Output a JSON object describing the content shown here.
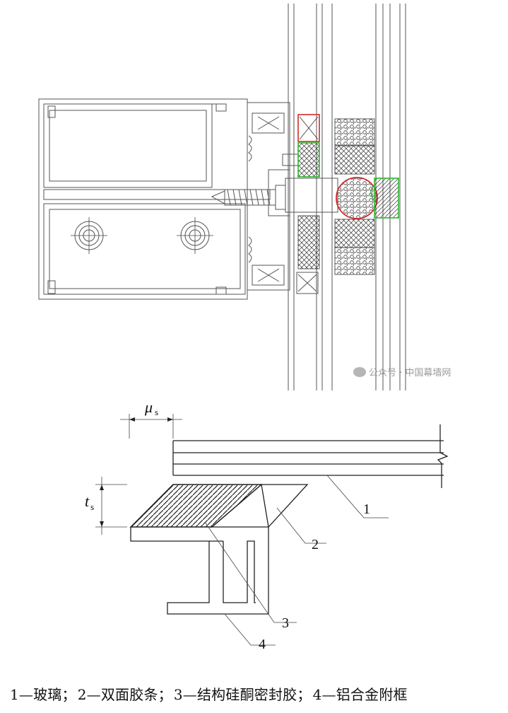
{
  "watermark": {
    "text": "公众号 · 中国幕墙网"
  },
  "detail": {
    "symbols": {
      "mu": "μ",
      "mu_sub": "s",
      "t": "t",
      "t_sub": "s"
    },
    "callouts": [
      "1",
      "2",
      "3",
      "4"
    ]
  },
  "caption": {
    "items": [
      "1—玻璃；",
      "2—双面胶条；",
      "3—结构硅酮密封胶；",
      "4—铝合金附框"
    ]
  },
  "colors": {
    "highlight_red": "#d22b2b",
    "highlight_green": "#2fb52f",
    "line": "#222222"
  }
}
